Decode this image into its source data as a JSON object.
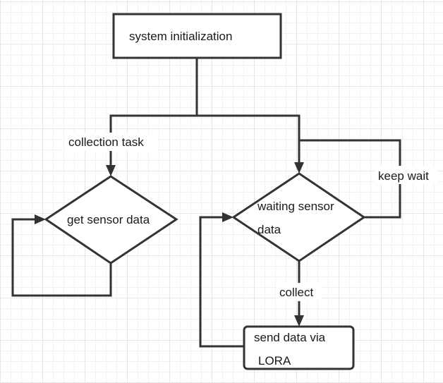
{
  "nodes": {
    "init": "system initialization",
    "get_sensor": "get sensor data",
    "waiting_line1": "waiting sensor",
    "waiting_line2": "data",
    "send_line1": "send data via",
    "send_line2": "LORA"
  },
  "edges": {
    "collection_task": "collection task",
    "keep_wait": "keep wait",
    "collect": "collect"
  },
  "colors": {
    "stroke": "#333333",
    "grid": "#e6e6e6",
    "background": "#ffffff"
  }
}
